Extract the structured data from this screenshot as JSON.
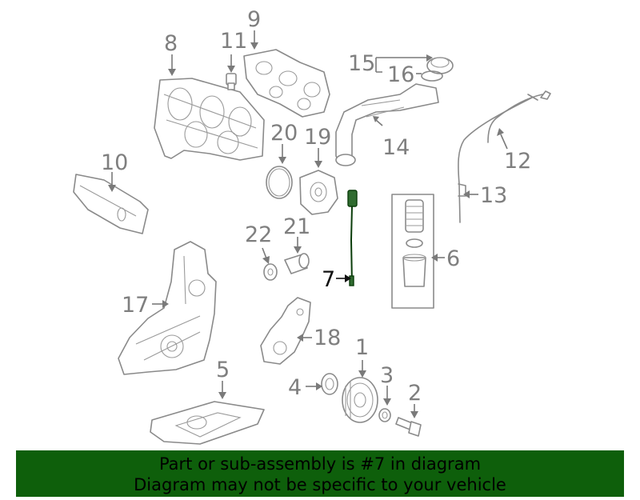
{
  "callouts": {
    "c1": "1",
    "c2": "2",
    "c3": "3",
    "c4": "4",
    "c5": "5",
    "c6": "6",
    "c7": "7",
    "c8": "8",
    "c9": "9",
    "c10": "10",
    "c11": "11",
    "c12": "12",
    "c13": "13",
    "c14": "14",
    "c15": "15",
    "c16": "16",
    "c17": "17",
    "c18": "18",
    "c19": "19",
    "c20": "20",
    "c21": "21",
    "c22": "22"
  },
  "highlighted_part": "7",
  "footer": {
    "line1": "Part or sub-assembly is #7 in diagram",
    "line2": "Diagram may not be specific to your vehicle"
  },
  "colors": {
    "banner": "#0e5f0b",
    "highlight": "#2f6b2f",
    "part_stroke": "#8a8a8a"
  }
}
